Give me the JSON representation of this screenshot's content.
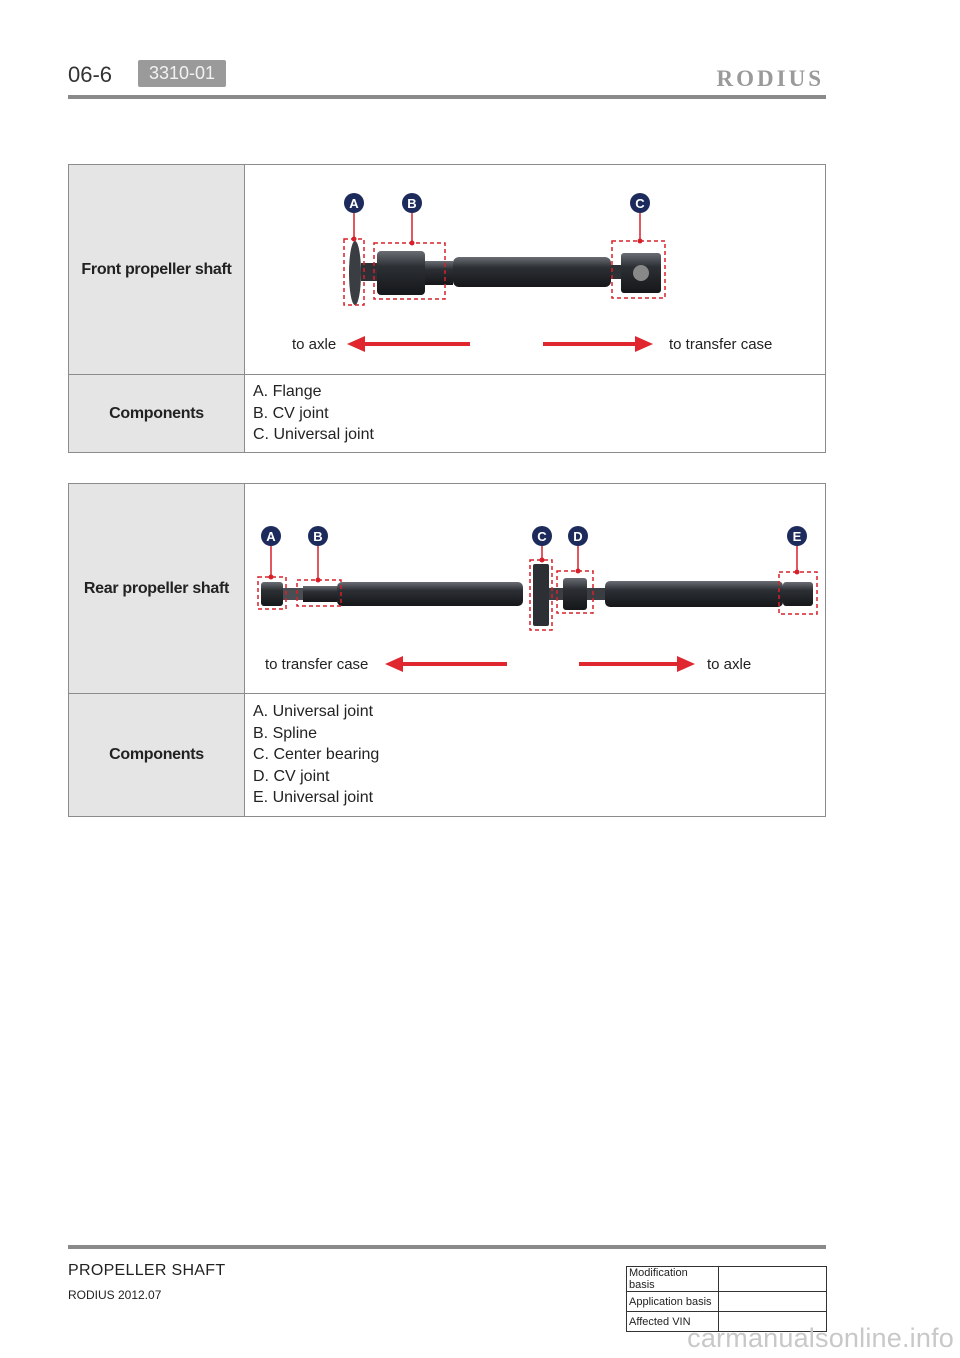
{
  "header": {
    "page_number": "06-6",
    "section_code": "3310-01",
    "brand": "RODIUS"
  },
  "front": {
    "label": "Front propeller shaft",
    "markers": [
      "A",
      "B",
      "C"
    ],
    "arrow_left": "to axle",
    "arrow_right": "to transfer case",
    "components_label": "Components",
    "components": [
      "A. Flange",
      "B. CV joint",
      "C. Universal joint"
    ]
  },
  "rear": {
    "label": "Rear propeller shaft",
    "markers": [
      "A",
      "B",
      "C",
      "D",
      "E"
    ],
    "arrow_left": "to transfer case",
    "arrow_right": "to axle",
    "components_label": "Components",
    "components": [
      "A. Universal joint",
      "B. Spline",
      "C. Center bearing",
      "D. CV joint",
      "E. Universal joint"
    ]
  },
  "footer": {
    "title": "PROPELLER SHAFT",
    "subtitle": "RODIUS 2012.07",
    "mod_table": [
      {
        "label": "Modification basis",
        "value": ""
      },
      {
        "label": "Application basis",
        "value": ""
      },
      {
        "label": "Affected VIN",
        "value": ""
      }
    ]
  },
  "watermark": "carmanualsonline.info",
  "colors": {
    "marker_fill": "#1d2a5c",
    "callout_red": "#d8202a",
    "arrow_red": "#e0262f",
    "label_cell_bg": "#e5e5e5",
    "shaft": "#2a2d31"
  }
}
